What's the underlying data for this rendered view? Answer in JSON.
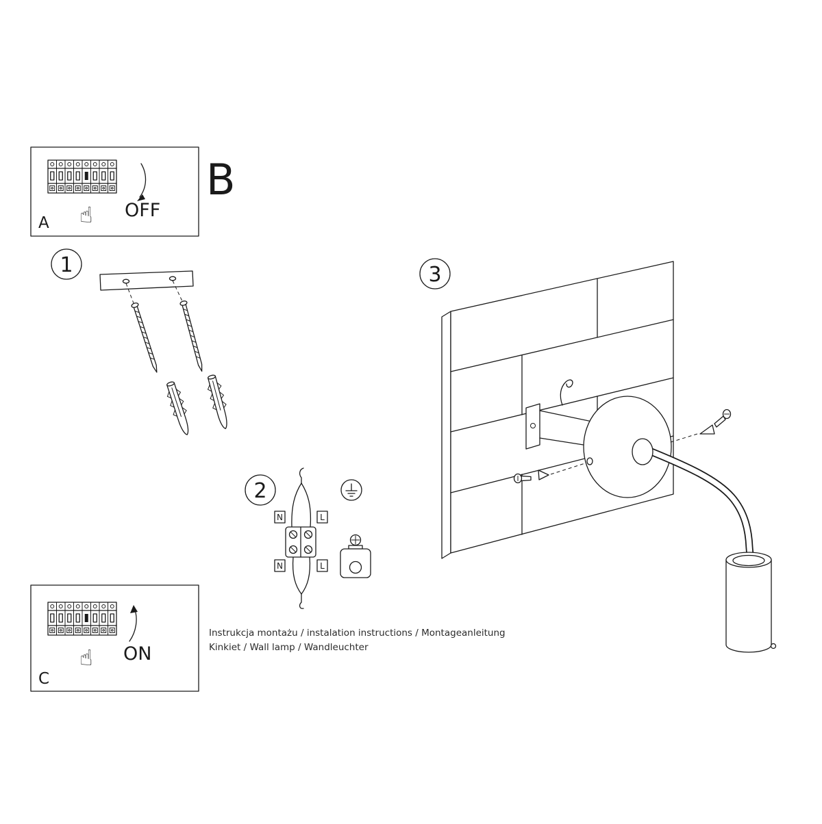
{
  "title_letter": "B",
  "panel_a": {
    "label": "A",
    "state": "OFF",
    "hand_glyph": "☝"
  },
  "panel_c": {
    "label": "C",
    "state": "ON",
    "hand_glyph": "☝"
  },
  "steps": {
    "one": "1",
    "two": "2",
    "three": "3"
  },
  "wiring": {
    "top_left": "N",
    "top_right": "L",
    "bottom_left": "N",
    "bottom_right": "L"
  },
  "footer": {
    "line1": "Instrukcja montażu / instalation instructions / Montageanleitung",
    "line2": "Kinkiet / Wall lamp / Wandleuchter"
  },
  "colors": {
    "line": "#1a1a1a",
    "background": "#ffffff"
  }
}
